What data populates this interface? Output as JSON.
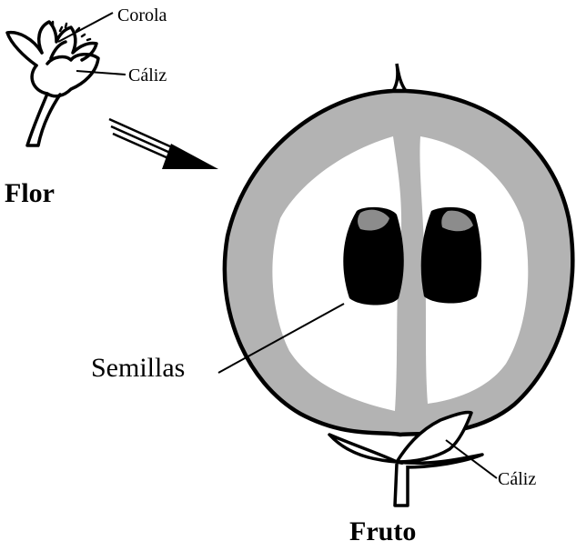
{
  "flower": {
    "corolla_label": "Corola",
    "calyx_label": "Cáliz",
    "title": "Flor"
  },
  "fruit": {
    "seeds_label": "Semillas",
    "calyx_label": "Cáliz",
    "title": "Fruto"
  },
  "colors": {
    "outline": "#000000",
    "pulp_gray": "#b3b3b3",
    "cavity": "#ffffff",
    "seed": "#000000"
  }
}
